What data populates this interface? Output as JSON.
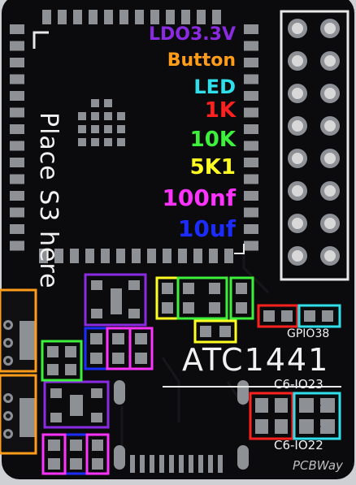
{
  "board": {
    "silkscreen_place": "Place S3 here",
    "chip_label": "ATC1441",
    "gpio_label": "GPIO38",
    "c6_label_a": "C6-IO23",
    "c6_label_b": "C6-IO22",
    "watermark": "PCBWay"
  },
  "legend": [
    {
      "label": "LDO3.3V",
      "color": "#8a2be2"
    },
    {
      "label": "Button",
      "color": "#ff9d1a"
    },
    {
      "label": "LED",
      "color": "#2fe0ea"
    },
    {
      "label": "1K",
      "color": "#ff2020"
    },
    {
      "label": "10K",
      "color": "#3cf03c"
    },
    {
      "label": "5K1",
      "color": "#ffff22"
    },
    {
      "label": "100nf",
      "color": "#ff33ff"
    },
    {
      "label": "10uf",
      "color": "#1c2cff"
    }
  ],
  "colors": {
    "pcb": "#0b0b0d",
    "pad": "#8d9196",
    "silk": "#f1f1f1"
  }
}
